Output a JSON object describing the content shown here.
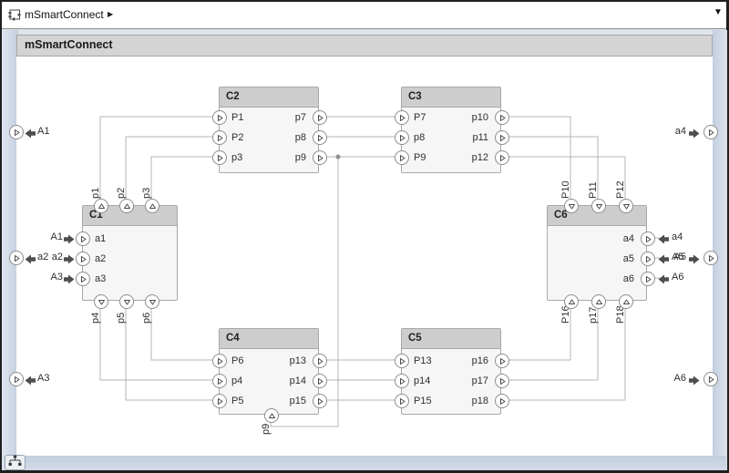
{
  "titlebar": {
    "model_label": "mSmartConnect",
    "breadcrumb_arrow": "▶",
    "collapse_caret": "▼"
  },
  "diagram": {
    "title": "mSmartConnect",
    "colors": {
      "canvas": "#dfe4ee",
      "frame_strip": "#c2cedf",
      "block_header": "#cdcdcd",
      "block_body": "#f6f6f6",
      "wire": "#b4b4b4"
    },
    "boundary_ports": {
      "left": [
        "A1",
        "a2",
        "A3"
      ],
      "right": [
        "a4",
        "A5",
        "A6"
      ]
    },
    "components": {
      "C1": {
        "name": "C1",
        "left_ports": [
          "a1",
          "a2",
          "a3"
        ],
        "top_ports": [
          "p1",
          "p2",
          "p3"
        ],
        "bottom_ports": [
          "p4",
          "p5",
          "p6"
        ],
        "stub_labels": [
          "A1",
          "a2",
          "A3"
        ]
      },
      "C2": {
        "name": "C2",
        "left_ports": [
          "P1",
          "P2",
          "p3"
        ],
        "right_ports": [
          "p7",
          "p8",
          "p9"
        ]
      },
      "C3": {
        "name": "C3",
        "left_ports": [
          "P7",
          "p8",
          "P9"
        ],
        "right_ports": [
          "p10",
          "p11",
          "p12"
        ]
      },
      "C4": {
        "name": "C4",
        "left_ports": [
          "P6",
          "p4",
          "P5"
        ],
        "right_ports": [
          "p13",
          "p14",
          "p15"
        ],
        "bottom_ports": [
          "p9"
        ]
      },
      "C5": {
        "name": "C5",
        "left_ports": [
          "P13",
          "p14",
          "P15"
        ],
        "right_ports": [
          "p16",
          "p17",
          "p18"
        ]
      },
      "C6": {
        "name": "C6",
        "top_ports": [
          "P10",
          "P11",
          "P12"
        ],
        "right_ports": [
          "a4",
          "a5",
          "a6"
        ],
        "bottom_ports": [
          "P16",
          "p17",
          "P18"
        ],
        "stub_labels": [
          "a4",
          "A5",
          "A6"
        ]
      }
    }
  }
}
